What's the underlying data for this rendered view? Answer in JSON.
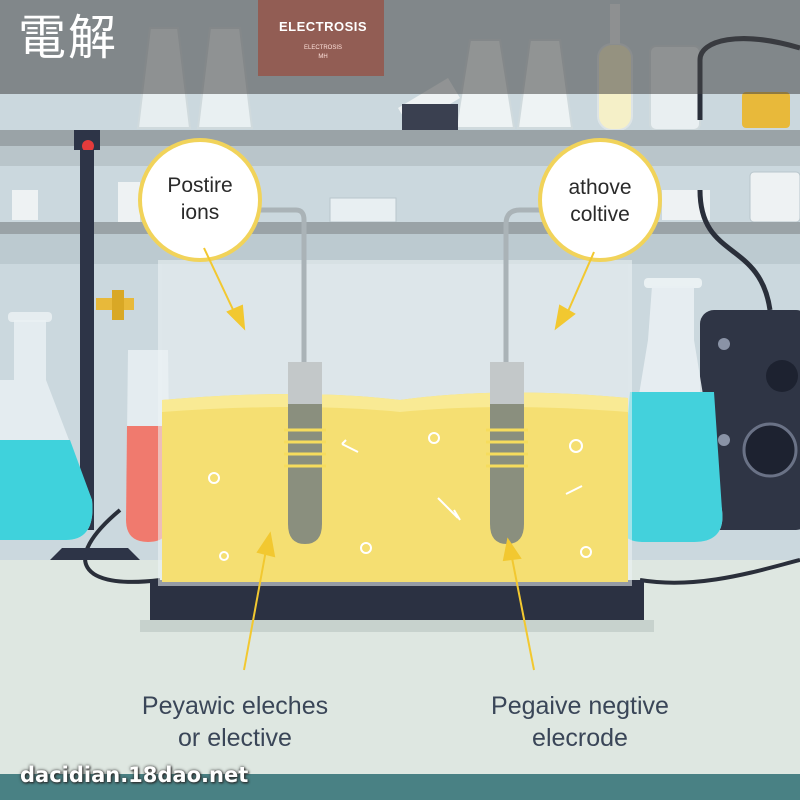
{
  "page_title": "電解",
  "lab_sign": {
    "title": "ELECTROSIS",
    "subtitle_lines": [
      "ELECTROSIS",
      "MH"
    ]
  },
  "bubbles": {
    "left": [
      "Postire",
      "ions"
    ],
    "right": [
      "athove",
      "coltive"
    ]
  },
  "captions": {
    "left": [
      "Peyawic eleches",
      "or elective"
    ],
    "right": [
      "Pegaive negtive",
      "elecrode"
    ]
  },
  "watermark": "dacidian.18dao.net",
  "colors": {
    "wall": "#c9d6dd",
    "shelf": "#9ba4a8",
    "solution": "#f6e27a",
    "cyan_liquid": "#45d2dc",
    "red_liquid": "#f07a6e",
    "bench": "#dfe7e1",
    "base": "#2d3447",
    "accent": "#f2c830",
    "bubble_ring": "#f1d35a",
    "sign": "#ef7b67"
  },
  "icons": [
    "beaker-icon",
    "flask-icon",
    "electrode-icon",
    "power-supply-icon",
    "stand-icon",
    "test-tube-icon"
  ]
}
